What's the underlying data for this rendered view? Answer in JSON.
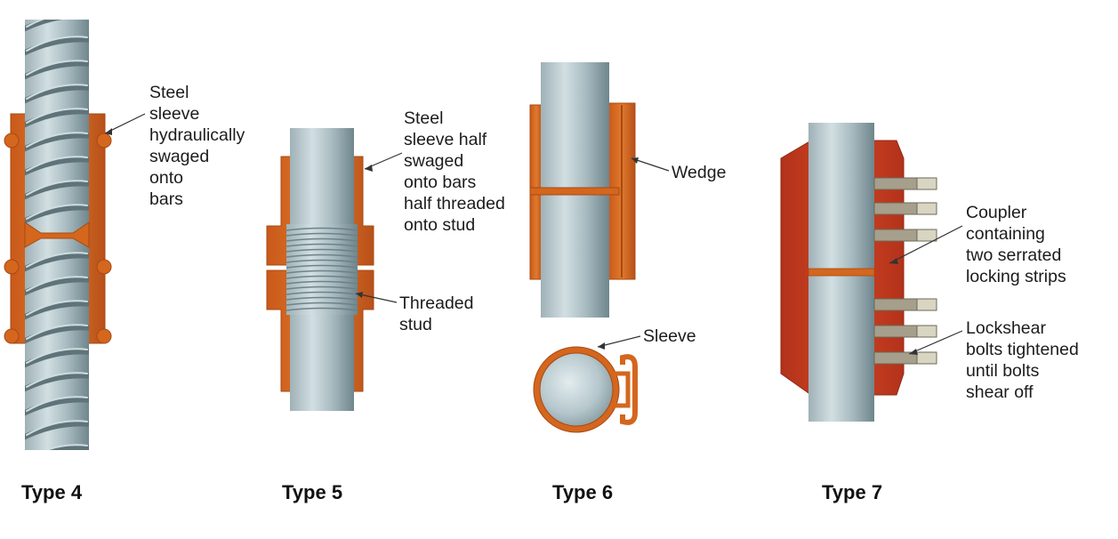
{
  "colors": {
    "bar_light": "#c9d7db",
    "bar_mid": "#9fb4ba",
    "bar_dark": "#6f868d",
    "copper": "#d4661e",
    "copper_dark": "#a84a12",
    "coupler_red": "#c1391d",
    "bolt_grey": "#a59f8c",
    "bolt_light": "#d9d5c3"
  },
  "panels": [
    {
      "caption": "Type 4",
      "callouts": [
        {
          "lines": [
            "Steel",
            "sleeve",
            "hydraulically",
            "swaged",
            "onto",
            "bars"
          ]
        }
      ]
    },
    {
      "caption": "Type 5",
      "callouts": [
        {
          "lines": [
            "Steel",
            "sleeve half",
            "swaged",
            "onto bars",
            "half threaded",
            "onto stud"
          ]
        },
        {
          "lines": [
            "Threaded",
            "stud"
          ]
        }
      ]
    },
    {
      "caption": "Type 6",
      "callouts": [
        {
          "lines": [
            "Wedge"
          ]
        },
        {
          "lines": [
            "Sleeve"
          ]
        }
      ]
    },
    {
      "caption": "Type 7",
      "callouts": [
        {
          "lines": [
            "Coupler",
            "containing",
            "two serrated",
            "locking strips"
          ]
        },
        {
          "lines": [
            "Lockshear",
            "bolts tightened",
            "until bolts",
            "shear off"
          ]
        }
      ]
    }
  ]
}
